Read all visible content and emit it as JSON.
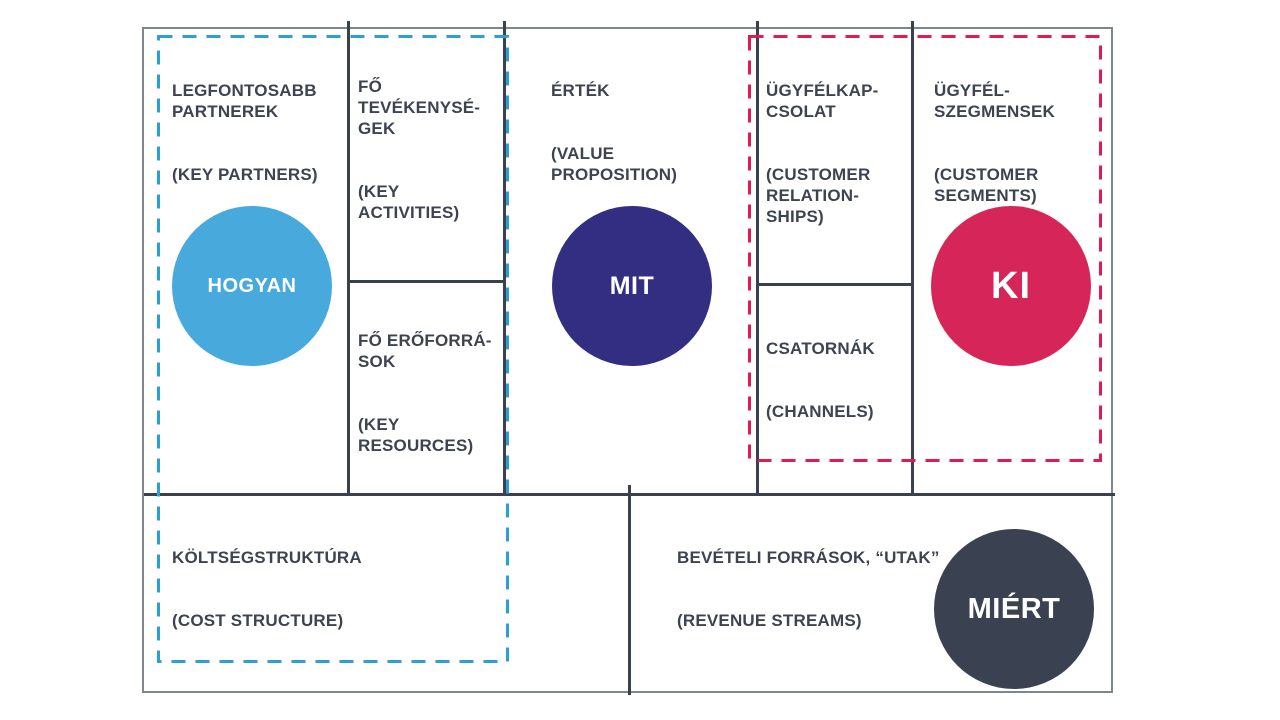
{
  "blocks": {
    "key_partners": {
      "title": "LEGFONTOSABB\nPARTNEREK",
      "subtitle": "(KEY PARTNERS)"
    },
    "key_activities": {
      "title": "FŐ\nTEVÉKENYSÉ-\nGEK",
      "subtitle": "(KEY\nACTIVITIES)"
    },
    "key_resources": {
      "title": "FŐ ERŐFORRÁ-\nSOK",
      "subtitle": "(KEY\nRESOURCES)"
    },
    "value_proposition": {
      "title": "ÉRTÉK",
      "subtitle": "(VALUE\nPROPOSITION)"
    },
    "customer_relationships": {
      "title": "ÜGYFÉLKAP-\nCSOLAT",
      "subtitle": "(CUSTOMER\nRELATION-\nSHIPS)"
    },
    "channels": {
      "title": "CSATORNÁK",
      "subtitle": "(CHANNELS)"
    },
    "customer_segments": {
      "title": "ÜGYFÉL-\nSZEGMENSEK",
      "subtitle": "(CUSTOMER\nSEGMENTS)"
    },
    "cost_structure": {
      "title": "KÖLTSÉGSTRUKTÚRA",
      "subtitle": "(COST STRUCTURE)"
    },
    "revenue_streams": {
      "title": "BEVÉTELI FORRÁSOK, “UTAK”",
      "subtitle": "(REVENUE STREAMS)"
    }
  },
  "circles": {
    "hogyan": {
      "label": "HOGYAN",
      "color": "#47a9dc"
    },
    "mit": {
      "label": "MIT",
      "color": "#332e82"
    },
    "ki": {
      "label": "KI",
      "color": "#d62558"
    },
    "miert": {
      "label": "MIÉRT",
      "color": "#3a4150"
    }
  },
  "outlines": {
    "blue_dashed_border": "#2e9fd4",
    "red_dashed_border": "#e11a4f"
  },
  "colors": {
    "grid_line": "#3a414e",
    "canvas_border": "#7f8692",
    "text": "#3d4450",
    "background": "#ffffff"
  }
}
